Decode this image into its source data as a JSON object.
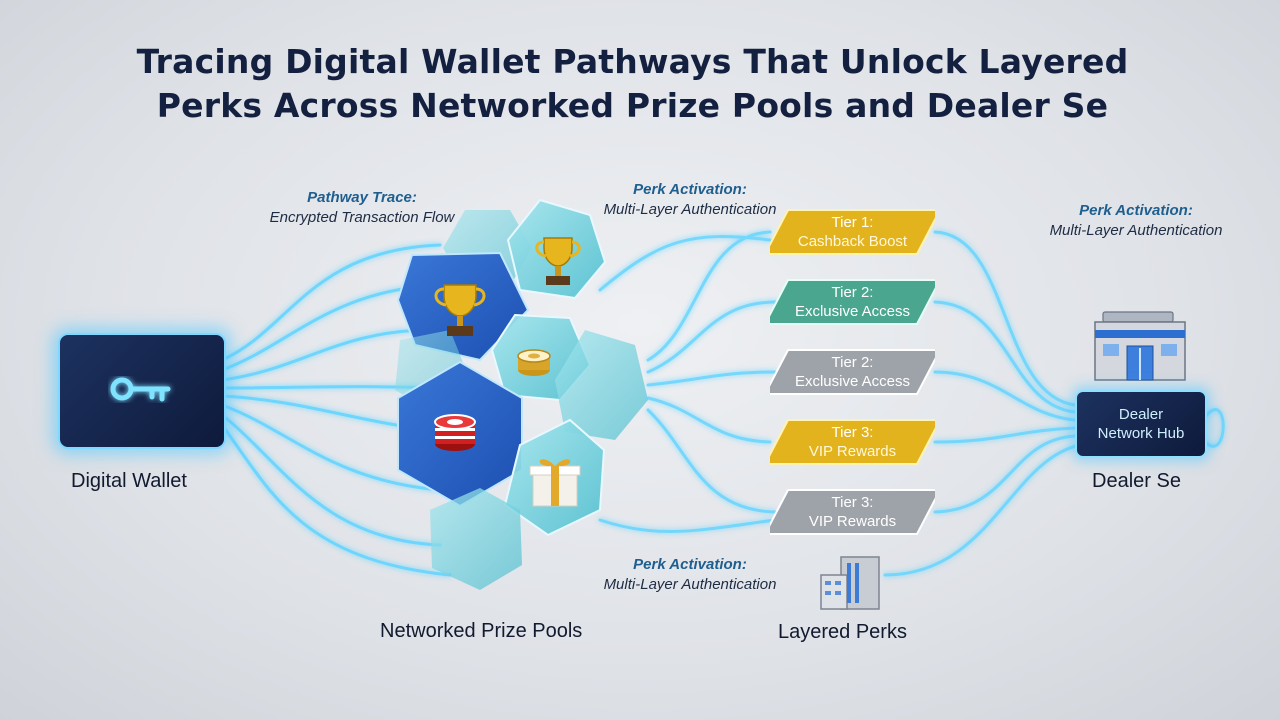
{
  "title": {
    "line1": "Tracing Digital Wallet Pathways That Unlock Layered",
    "line2": "Perks Across Networked Prize Pools and Dealer Se"
  },
  "annotations": {
    "pathway_trace": {
      "heading": "Pathway Trace:",
      "sub": "Encrypted Transaction Flow"
    },
    "perk_activation_top": {
      "heading": "Perk Activation:",
      "sub": "Multi-Layer Authentication"
    },
    "perk_activation_right": {
      "heading": "Perk Activation:",
      "sub": "Multi-Layer Authentication"
    },
    "perk_activation_bottom": {
      "heading": "Perk Activation:",
      "sub": "Multi-Layer Authentication"
    }
  },
  "nodes": {
    "digital_wallet": {
      "label": "Digital Wallet",
      "icon": "key-icon"
    },
    "prize_pools": {
      "label": "Networked Prize Pools",
      "icons": [
        "trophy-icon",
        "trophy-icon",
        "casino-chips-icon",
        "casino-chips-icon",
        "gift-box-icon"
      ]
    },
    "layered_perks": {
      "label": "Layered Perks"
    },
    "dealer": {
      "label": "Dealer Se",
      "hub_line1": "Dealer",
      "hub_line2": "Network Hub",
      "icon": "building-icon"
    }
  },
  "tiers": [
    {
      "tier": "Tier 1:",
      "perk": "Cashback Boost",
      "style": "gold"
    },
    {
      "tier": "Tier 2:",
      "perk": "Exclusive Access",
      "style": "teal"
    },
    {
      "tier": "Tier 2:",
      "perk": "Exclusive Access",
      "style": "silver"
    },
    {
      "tier": "Tier 3:",
      "perk": "VIP Rewards",
      "style": "gold"
    },
    {
      "tier": "Tier 3:",
      "perk": "VIP Rewards",
      "style": "silver"
    }
  ],
  "colors": {
    "title": "#14203f",
    "flow_glow": "#5fd3ff",
    "hexagon_fill": "#7fd6e0",
    "gold": "#e8b722",
    "teal": "#4fa893",
    "silver": "#a4a8ae",
    "wallet_bg": "#13234a"
  }
}
